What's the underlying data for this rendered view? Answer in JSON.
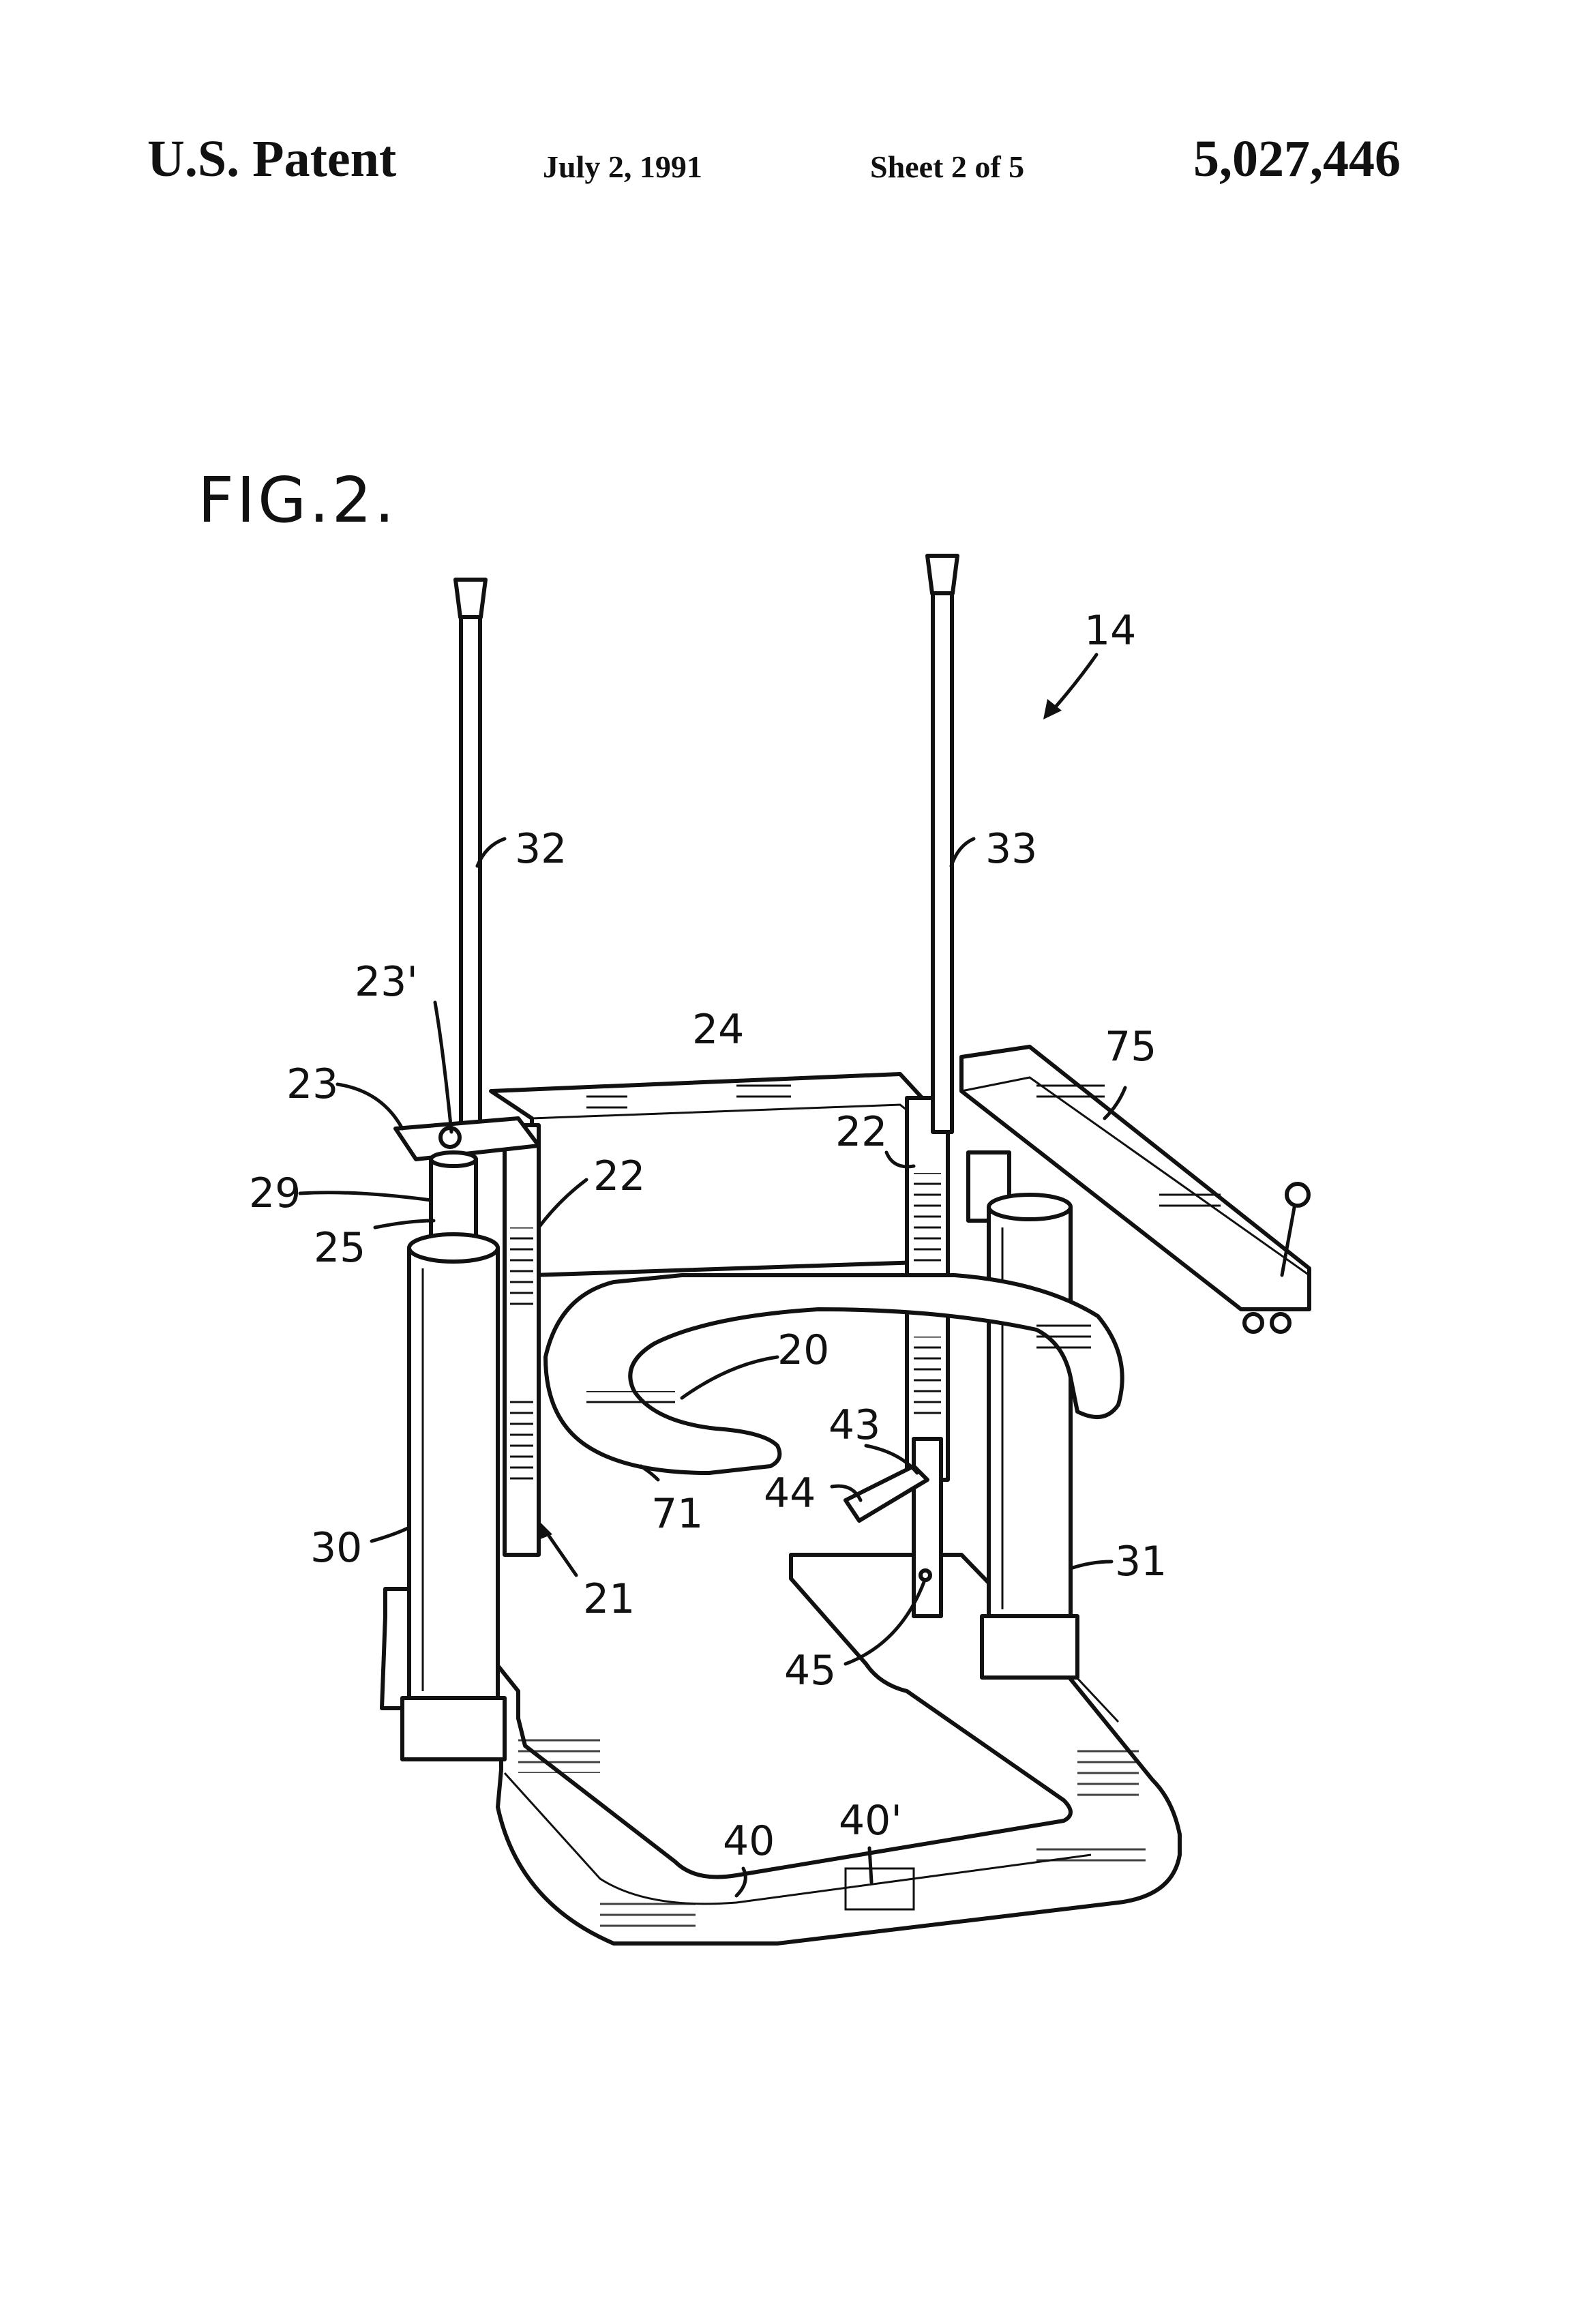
{
  "header": {
    "patent": "U.S. Patent",
    "date": "July 2, 1991",
    "sheet": "Sheet 2 of 5",
    "number": "5,027,446"
  },
  "figure": {
    "title": "FIG.2.",
    "labels": {
      "l14": "14",
      "l32": "32",
      "l33": "33",
      "l23p": "23'",
      "l24": "24",
      "l75": "75",
      "l23": "23",
      "l22a": "22",
      "l22b": "22",
      "l29": "29",
      "l25": "25",
      "l20": "20",
      "l43": "43",
      "l44": "44",
      "l71": "71",
      "l30": "30",
      "l21": "21",
      "l31": "31",
      "l45": "45",
      "l40": "40",
      "l40p": "40'"
    }
  }
}
